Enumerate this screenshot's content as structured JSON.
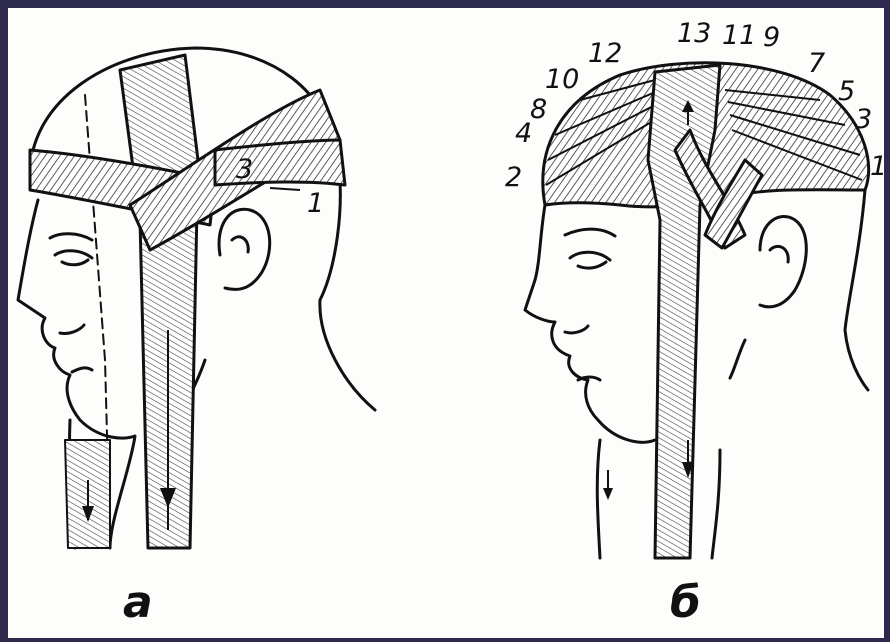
{
  "figure_a": {
    "caption": "а",
    "tour_labels": [
      "3",
      "1"
    ]
  },
  "figure_b": {
    "caption": "б",
    "tour_labels": [
      "13",
      "11",
      "9",
      "12",
      "7",
      "10",
      "5",
      "8",
      "3",
      "4",
      "2",
      "1"
    ]
  },
  "colors": {
    "background_frame": "#2e2a4e",
    "paper": "#fdfdfb",
    "ink": "#111111"
  }
}
